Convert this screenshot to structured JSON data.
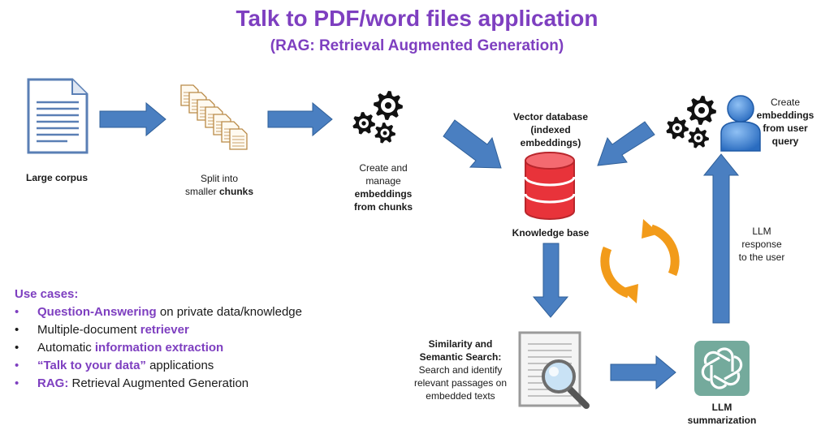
{
  "title": "Talk to PDF/word files application",
  "subtitle": "(RAG: Retrieval Augmented Generation)",
  "nodes": {
    "corpus": {
      "label": "Large corpus",
      "icon": "document-icon"
    },
    "split": {
      "line1": "Split into",
      "line2_pre": "smaller ",
      "line2_bold": "chunks",
      "icon": "stacked-pages-icon"
    },
    "embed": {
      "line1": "Create and",
      "line2": "manage",
      "line3": "embeddings",
      "line4": "from chunks",
      "icon": "gears-icon"
    },
    "vectordb": {
      "line1": "Vector database",
      "line2": "(indexed",
      "line3": "embeddings)",
      "icon": "database-icon"
    },
    "kb": {
      "label": "Knowledge base"
    },
    "query": {
      "line1": "Create",
      "line2": "embeddings",
      "line3": "from user",
      "line4": "query",
      "icon": "user-icon"
    },
    "search": {
      "line1": "Similarity and",
      "line2": "Semantic Search:",
      "line3": "Search and identify",
      "line4": "relevant passages on",
      "line5": "embedded texts",
      "icon": "magnifier-document-icon"
    },
    "llm": {
      "line1": "LLM",
      "line2": "summarization",
      "icon": "openai-logo-icon"
    },
    "response": {
      "line1": "LLM",
      "line2": "response",
      "line3": "to the user"
    }
  },
  "use_cases": {
    "heading": "Use cases:",
    "items": [
      {
        "pre": "",
        "highlight": "Question-Answering",
        "post": " on private data/knowledge",
        "bullet": "purple"
      },
      {
        "pre": "Multiple-document ",
        "highlight": "retriever",
        "post": "",
        "bullet": "black"
      },
      {
        "pre": "Automatic ",
        "highlight": "information extraction",
        "post": "",
        "bullet": "black"
      },
      {
        "pre": "",
        "highlight": "“Talk to your data”",
        "post": " applications",
        "bullet": "purple"
      },
      {
        "pre": "",
        "highlight": "RAG:",
        "post": " Retrieval Augmented Generation",
        "bullet": "purple"
      }
    ]
  },
  "colors": {
    "title": "#7e3fc0",
    "arrow": "#4a7fc1",
    "arrow_border": "#2f5f99",
    "database": "#e8333a",
    "cycle": "#f29b1a",
    "llm_tile": "#74aa9c",
    "user": "#3a7fd0"
  }
}
